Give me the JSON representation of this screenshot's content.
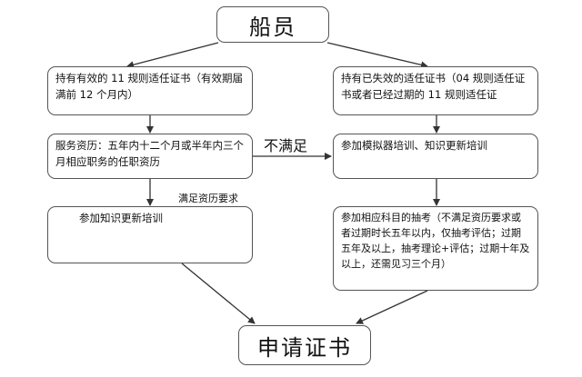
{
  "nodes": {
    "root": "船员",
    "left_1": "持有有效的 11 规则适任证书（有效期届满前 12 个月内）",
    "left_2": "服务资历：五年内十二个月或半年内三个月相应职务的任职资历",
    "left_3": "参加知识更新培训",
    "right_1": "持有已失效的适任证书（04 规则适任证书或者已经过期的 11 规则适任证",
    "right_2": "参加模拟器培训、知识更新培训",
    "right_3": "参加相应科目的抽考（不满足资历要求或者过期时长五年以内，仅抽考评估；过期五年及以上，抽考理论+评估；过期十年及以上，还需见习三个月）",
    "end": "申请证书"
  },
  "edge_labels": {
    "not_satisfied": "不满足",
    "satisfied": "满足资历要求"
  }
}
